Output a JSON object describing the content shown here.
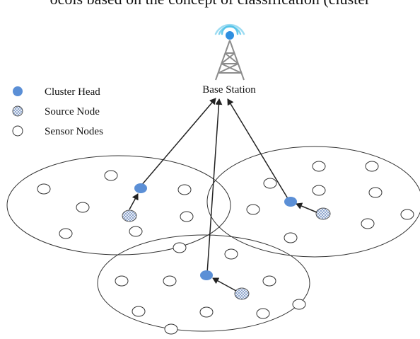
{
  "caption_fragment": "ocols based on the concept of classification (cluster",
  "base_station_label": "Base Station",
  "legend": {
    "items": [
      {
        "label": "Cluster Head",
        "symbol": "cluster-head"
      },
      {
        "label": "Source Node",
        "symbol": "source-node"
      },
      {
        "label": "Sensor Nodes",
        "symbol": "sensor-node"
      }
    ]
  },
  "colors": {
    "cluster_head": "#5b8fd6",
    "tower": "#8c8c8c",
    "signal": "#4cc0e8",
    "line": "#222222"
  }
}
